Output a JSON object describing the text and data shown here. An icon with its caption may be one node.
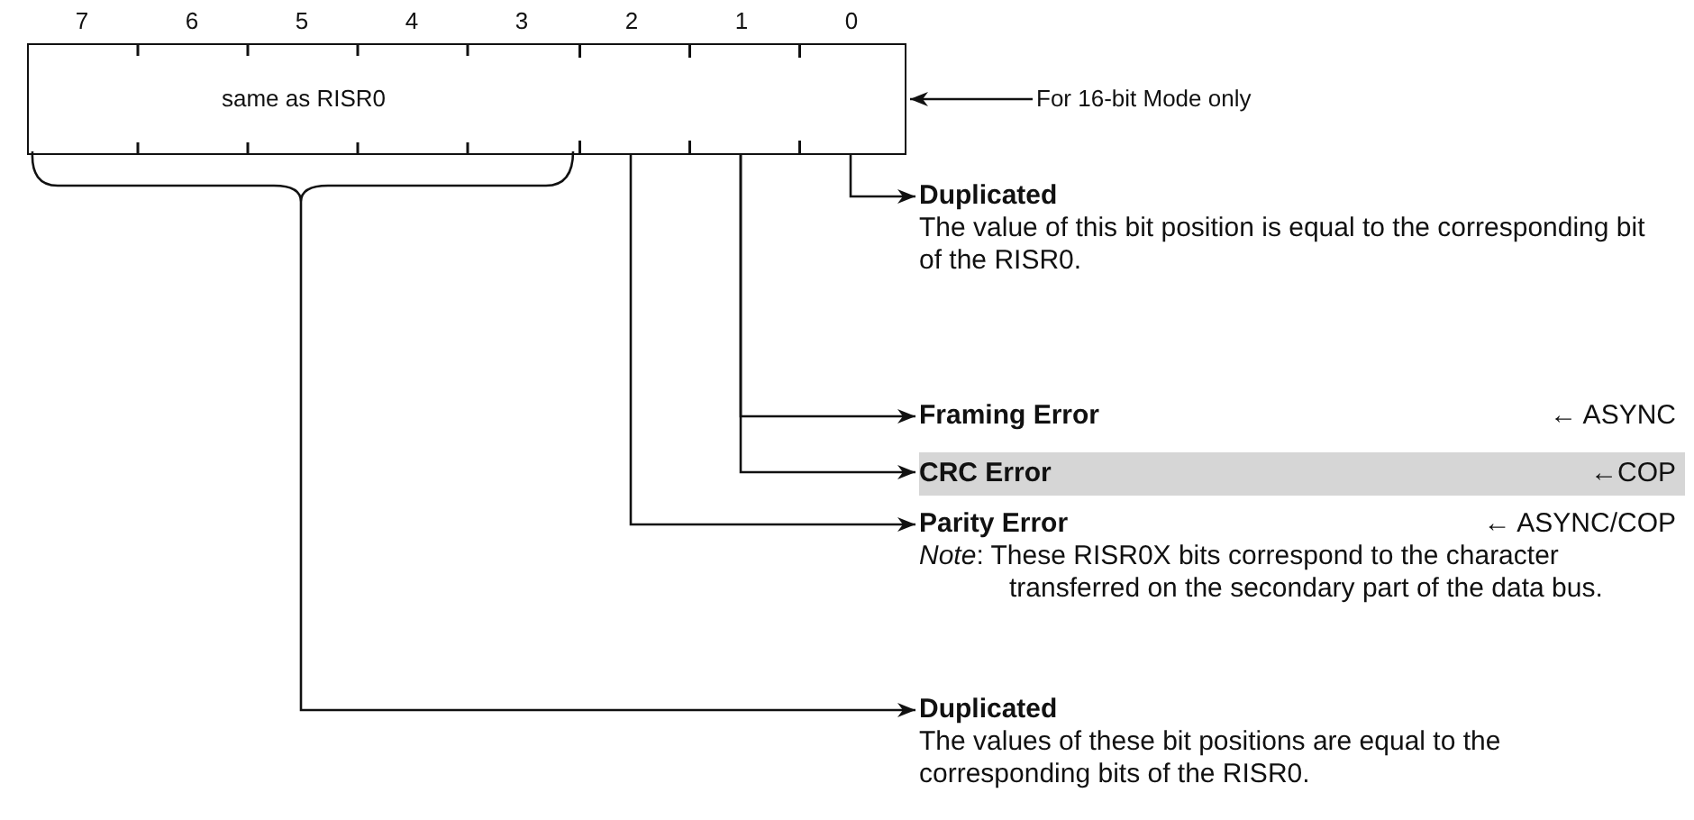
{
  "diagram": {
    "nodes": [
      {
        "text": [],
        "shape": "box"
      },
      {
        "text": [
          "same as RISR0"
        ],
        "in": 0
      },
      {
        "text": [],
        "shape": "box",
        "in": 0
      },
      {
        "text": [],
        "shape": "box",
        "in": 0
      },
      {
        "text": [],
        "shape": "box",
        "in": 0
      },
      {
        "text": [
          "For 16-bit Mode only"
        ]
      },
      {
        "text": [
          "Duplicated",
          "The value of this bit position is equal to the corresponding bit of the RISR0."
        ]
      },
      {
        "text": [
          "Framing Error"
        ],
        "beside": [
          "← ASYNC"
        ]
      },
      {
        "text": [
          "CRC Error"
        ],
        "beside": [
          "←COP"
        ]
      },
      {
        "text": [
          "Parity Error",
          "*Note*: These RISR0X bits correspond to the character transferred on the secondary part of the data bus."
        ],
        "beside": [
          "← ASYNC/COP"
        ]
      },
      {
        "text": [
          "Duplicated",
          "The values of these bit positions are equal to the corresponding bits of the RISR0."
        ]
      }
    ],
    "edges": [
      {
        "from": 5,
        "to": 0,
        "arrow": "to"
      },
      {
        "from": 4,
        "to": 6,
        "arrow": "to"
      },
      {
        "from": 3,
        "to": 7,
        "arrow": "to"
      },
      {
        "from": 3,
        "to": 8,
        "arrow": "to"
      },
      {
        "from": 2,
        "to": 9,
        "arrow": "to"
      },
      {
        "from": 1,
        "to": 10,
        "arrow": "to"
      }
    ],
    "labels": [
      "7",
      "6",
      "5",
      "4",
      "3",
      "2",
      "1",
      "0"
    ]
  }
}
